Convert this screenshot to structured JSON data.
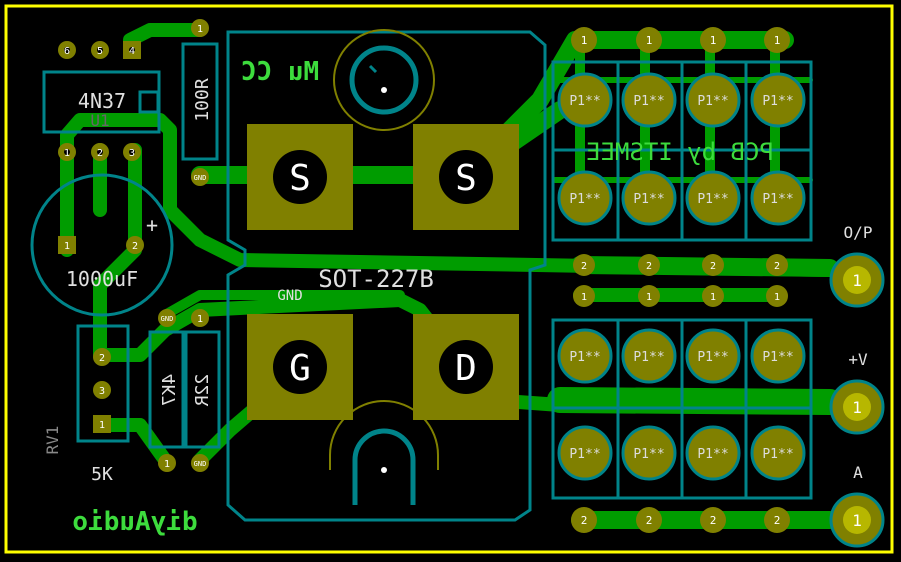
{
  "colors": {
    "background": "#000000",
    "copper": "#009c00",
    "copper_bright": "#1fd01f",
    "pad": "#808000",
    "pad_light": "#b7b700",
    "outline": "#00848a",
    "silk": "#e0e0e0",
    "edge": "#ffff00",
    "mirrored_silk": "#3ddc3d"
  },
  "components": {
    "opto_label": "4N37",
    "opto_ref": "U1",
    "resistor_top": "100R",
    "resistor_a": "22R",
    "resistor_b": "4K7",
    "capacitor": "1000uF",
    "capacitor_plus": "+",
    "pot_ref": "RV1",
    "pot_value": "5K",
    "package": "SOT-227B",
    "pin_s": "S",
    "pin_g": "G",
    "pin_d": "D",
    "gnd_label": "GND",
    "gnd_small": "GND"
  },
  "labels": {
    "mu_cc": "Mu CC",
    "pcb_by": "PCB by ITSMEE",
    "diyaudio": "diyAudio",
    "output": "O/P",
    "plus_v": "+V",
    "a": "A"
  },
  "pads": {
    "pin1": "1",
    "pin2": "2",
    "pin3": "3",
    "pin4": "4",
    "pin5": "5",
    "pin6": "6",
    "p": "P1**"
  }
}
